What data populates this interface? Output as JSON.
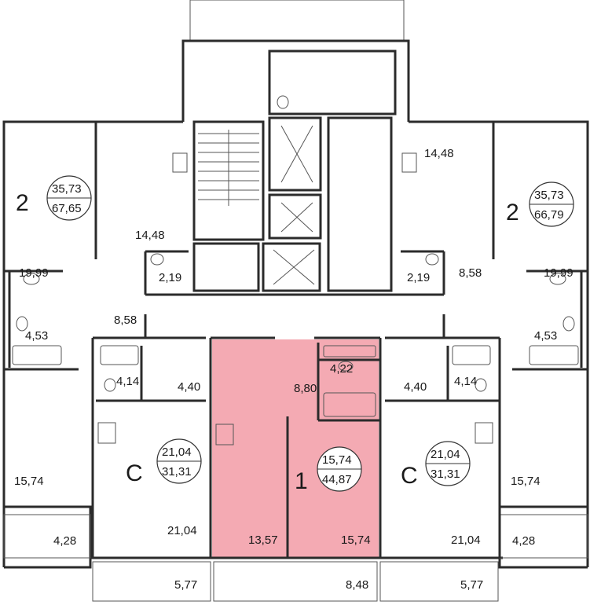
{
  "colors": {
    "highlight": "#f4aab3",
    "wall": "#2b2b2b",
    "text": "#1a1a1a"
  },
  "apartments": {
    "left_two_room": {
      "rooms": "2",
      "living": "35,73",
      "total": "67,65"
    },
    "right_two_room": {
      "rooms": "2",
      "living": "35,73",
      "total": "66,79"
    },
    "left_studio": {
      "rooms": "С",
      "living": "21,04",
      "total": "31,31"
    },
    "right_studio": {
      "rooms": "С",
      "living": "21,04",
      "total": "31,31"
    },
    "selected_one_room": {
      "rooms": "1",
      "living": "15,74",
      "total": "44,87"
    }
  },
  "room_areas": {
    "lt_kitchen": "14,48",
    "lt_wc": "2,19",
    "lt_hall": "8,58",
    "lt_room1": "19,99",
    "lt_bath": "4,53",
    "lt_room2": "15,74",
    "lt_balcony": "4,28",
    "ls_bath": "4,14",
    "ls_hall": "4,40",
    "ls_room": "21,04",
    "ls_balcony": "5,77",
    "c_bath": "4,22",
    "c_hall": "8,80",
    "c_kitchen": "13,57",
    "c_room": "15,74",
    "c_balcony": "8,48",
    "rs_hall": "4,40",
    "rs_bath": "4,14",
    "rs_room": "21,04",
    "rs_balcony": "5,77",
    "rt_kitchen": "14,48",
    "rt_wc": "2,19",
    "rt_hall": "8,58",
    "rt_room1": "19,99",
    "rt_bath": "4,53",
    "rt_room2": "15,74",
    "rt_balcony": "4,28"
  }
}
